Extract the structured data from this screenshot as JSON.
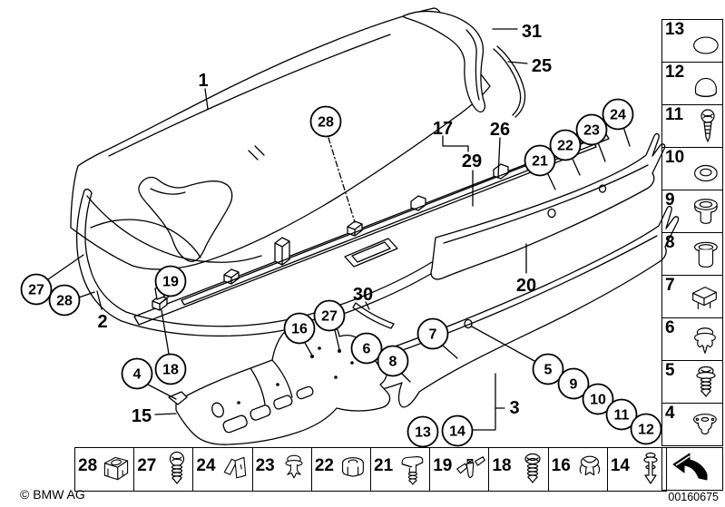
{
  "meta": {
    "copyright": "© BMW AG",
    "diagram_number": "00160675",
    "title": "Trunk lid single parts diagram"
  },
  "colors": {
    "line": "#000000",
    "background": "#ffffff"
  },
  "circled_callouts": [
    {
      "label": "27"
    },
    {
      "label": "28"
    },
    {
      "label": "28"
    },
    {
      "label": "19"
    },
    {
      "label": "18"
    },
    {
      "label": "4"
    },
    {
      "label": "16"
    },
    {
      "label": "27"
    },
    {
      "label": "6"
    },
    {
      "label": "8"
    },
    {
      "label": "7"
    },
    {
      "label": "21"
    },
    {
      "label": "22"
    },
    {
      "label": "23"
    },
    {
      "label": "24"
    },
    {
      "label": "5"
    },
    {
      "label": "9"
    },
    {
      "label": "10"
    },
    {
      "label": "11"
    },
    {
      "label": "12"
    },
    {
      "label": "13"
    },
    {
      "label": "14"
    }
  ],
  "plain_labels": [
    {
      "label": "1"
    },
    {
      "label": "31"
    },
    {
      "label": "25"
    },
    {
      "label": "17"
    },
    {
      "label": "29"
    },
    {
      "label": "26"
    },
    {
      "label": "2"
    },
    {
      "label": "15"
    },
    {
      "label": "30"
    },
    {
      "label": "20"
    },
    {
      "label": "3"
    }
  ],
  "sidebar": {
    "items": [
      {
        "label": "13",
        "icon": "oval-seal"
      },
      {
        "label": "12",
        "icon": "dome-cap"
      },
      {
        "label": "11",
        "icon": "tapping-screw"
      },
      {
        "label": "10",
        "icon": "washer"
      },
      {
        "label": "9",
        "icon": "blind-grommet"
      },
      {
        "label": "8",
        "icon": "sleeve-grommet"
      },
      {
        "label": "7",
        "icon": "square-clip-nut"
      },
      {
        "label": "6",
        "icon": "expanding-clip"
      },
      {
        "label": "5",
        "icon": "screw-with-washer"
      },
      {
        "label": "4",
        "icon": "sealing-plug"
      }
    ],
    "direction_icon": "view-arrow"
  },
  "bottom_row": {
    "items": [
      {
        "label": "28",
        "icon": "cage-nut-clip"
      },
      {
        "label": "27",
        "icon": "pan-head-screw"
      },
      {
        "label": "24",
        "icon": "angle-bracket-clip"
      },
      {
        "label": "23",
        "icon": "push-rivet"
      },
      {
        "label": "22",
        "icon": "flange-nut"
      },
      {
        "label": "21",
        "icon": "t-head-bolt"
      },
      {
        "label": "19",
        "icon": "wing-expander-clip"
      },
      {
        "label": "18",
        "icon": "tapping-screw"
      },
      {
        "label": "16",
        "icon": "spring-clip"
      },
      {
        "label": "14",
        "icon": "pin-rivet"
      }
    ]
  }
}
